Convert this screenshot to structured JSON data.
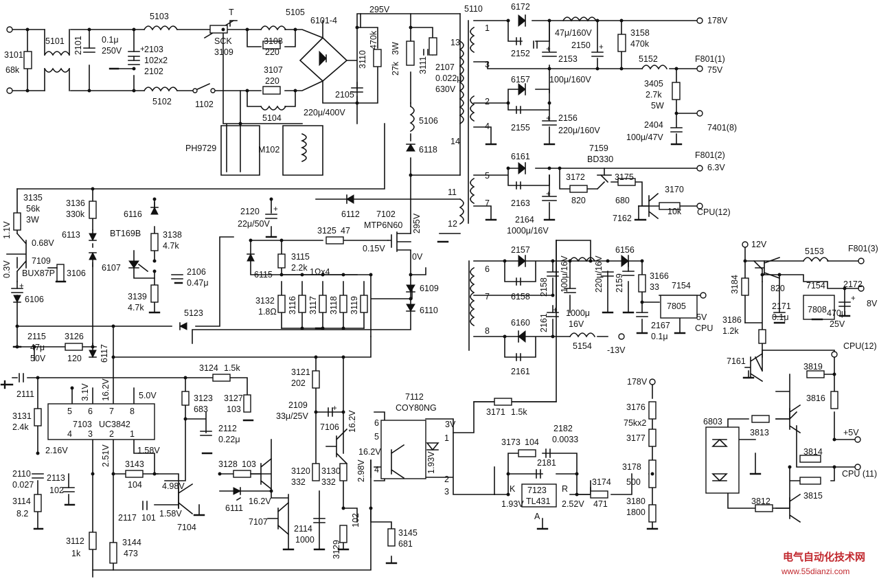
{
  "labels": {
    "l_5103": "5103",
    "l_T": "T",
    "l_5105": "5105",
    "l_6101": "6101-4",
    "l_295top": "295V",
    "l_5110": "5110",
    "l_6172": "6172",
    "l_178": "178V",
    "l_3101": "3101",
    "l_68k": "68k",
    "l_5101": "5101",
    "l_2101": "2101",
    "l_01u": "0.1μ",
    "l_250": "250V",
    "l_2103": "2103",
    "l_102x2": "102x2",
    "l_2102": "2102",
    "l_sck": "SCK",
    "l_3109": "3109",
    "l_3108": "3108",
    "l_220a": "220",
    "l_3107": "3107",
    "l_220b": "220",
    "l_3110": "3110",
    "l_470k": "470k",
    "l_27k": "27k",
    "l_3w": "3W",
    "l_3111": "3111",
    "l_2107": "2107",
    "l_0022": "0.022μ",
    "l_630": "630V",
    "l_13": "13",
    "l_14": "14",
    "l_1": "1",
    "l_3": "3",
    "l_2": "2",
    "l_4": "4",
    "l_2152": "2152",
    "l_2153": "2153",
    "l_47u160": "47μ/160V",
    "l_2150": "2150",
    "l_3158": "3158",
    "l_470kb": "470k",
    "l_f8011": "F801(1)",
    "l_75v": "75V",
    "l_5152": "5152",
    "l_100u160": "100μ/160V",
    "l_6157": "6157",
    "l_3405": "3405",
    "l_27kb": "2.7k",
    "l_5w": "5W",
    "l_2155": "2155",
    "l_2156": "2156",
    "l_220u160": "220μ/160V",
    "l_2404": "2404",
    "l_7401": "7401(8)",
    "l_100u47": "100μ/47V",
    "l_5102": "5102",
    "l_1102": "1102",
    "l_5104": "5104",
    "l_2105": "2105",
    "l_220u400": "220μ/400V",
    "l_5106": "5106",
    "l_6118": "6118",
    "l_ph9729": "PH9729",
    "l_m102": "M102",
    "l_7159": "7159",
    "l_bd330": "BD330",
    "l_f8012": "F801(2)",
    "l_63v": "6.3V",
    "l_6161": "6161",
    "l_5": "5",
    "l_7": "7",
    "l_2163": "2163",
    "l_3172": "3172",
    "l_820": "820",
    "l_3175": "3175",
    "l_680": "680",
    "l_3170": "3170",
    "l_10k": "10k",
    "l_cpu12": "CPU(12)",
    "l_2164": "2164",
    "l_1000u16": "1000μ/16V",
    "l_7162": "7162",
    "l_3135": "3135",
    "l_56k": "56k",
    "l_3w2": "3W",
    "l_3136": "3136",
    "l_330k": "330k",
    "l_6116": "6116",
    "l_2120": "2120",
    "l_22u50": "22μ/50V",
    "l_6112": "6112",
    "l_7102": "7102",
    "l_mtp": "MTP6N60",
    "l_11": "11",
    "l_12": "12",
    "l_11v": "1.1V",
    "l_6113": "6113",
    "l_bt169": "BT169B",
    "l_3138": "3138",
    "l_47k": "4.7k",
    "l_3125": "3125",
    "l_47": "47",
    "l_295b": "295V",
    "l_068": "0.68V",
    "l_03": "0.3V",
    "l_7109": "7109",
    "l_bux": "BUX87P",
    "l_3106": "3106",
    "l_6107": "6107",
    "l_2106": "2106",
    "l_047": "0.47μ",
    "l_3115": "3115",
    "l_22k": "2.2k",
    "l_10x4": "1Ωx4",
    "l_015": "0.15V",
    "l_0v": "0V",
    "l_6115": "6115",
    "l_6106": "6106",
    "l_3139": "3139",
    "l_47kb": "4.7k",
    "l_5123": "5123",
    "l_3132": "3132",
    "l_18": "1.8Ω",
    "l_3116": "3116",
    "l_3117": "3117",
    "l_3118": "3118",
    "l_3119": "3119",
    "l_6109": "6109",
    "l_6110": "6110",
    "l_2115": "2115",
    "l_47u": "47μ",
    "l_50v": "50V",
    "l_3126": "3126",
    "l_120": "120",
    "l_6117": "6117",
    "l_6": "6",
    "l_2157": "2157",
    "l_6156": "6156",
    "l_3166": "3166",
    "l_33": "33",
    "l_7154": "7154",
    "l_7805": "7805",
    "l_6158": "6158",
    "l_2158": "2158",
    "l_100u16": "100μ/16V",
    "l_220u16": "220μ/16V",
    "l_2159": "2159",
    "l_5v": "5V",
    "l_cpu": "CPU",
    "l_8": "8",
    "l_6160": "6160",
    "l_2161": "2161",
    "l_1000": "1000μ",
    "l_16v": "16V",
    "l_2167": "2167",
    "l_01ub": "0.1μ",
    "l_5154": "5154",
    "l_m13": "-13V",
    "l_2161b": "2161",
    "l_12v": "12V",
    "l_5153": "5153",
    "l_f8013": "F801(3)",
    "l_3184": "3184",
    "l_820b": "820",
    "l_7154b": "7154",
    "l_7808": "7808",
    "l_2172": "2172",
    "l_2171": "2171",
    "l_01uc": "0.1μ",
    "l_470u25": "470μ",
    "l_25v": "25V",
    "l_8v": "8V",
    "l_3186": "3186",
    "l_12k": "1.2k",
    "l_cpu12b": "CPU(12)",
    "l_7161": "7161",
    "l_3819": "3819",
    "l_3816": "3816",
    "l_6803": "6803",
    "l_3813": "3813",
    "l_5vb": "+5V",
    "l_3814": "3814",
    "l_3815": "3815",
    "l_cpu11": "CPU (11)",
    "l_3812": "3812",
    "l_2111": "2111",
    "l_31v": "3.1V",
    "l_162": "16.2V",
    "l_50": "5.0V",
    "l_3124": "3124",
    "l_15k": "1.5k",
    "l_3121": "3121",
    "l_202": "202",
    "l_3131": "3131",
    "l_24k": "2.4k",
    "l_p5": "5",
    "l_p6": "6",
    "l_p7": "7",
    "l_p8": "8",
    "l_3123": "3123",
    "l_683": "683",
    "l_3127": "3127",
    "l_103": "103",
    "l_2109": "2109",
    "l_33u25": "33μ/25V",
    "l_7103": "7103",
    "l_uc3842": "UC3842",
    "l_p4": "4",
    "l_p3": "3",
    "l_p2": "2",
    "l_p1": "1",
    "l_2112": "2112",
    "l_022": "0.22μ",
    "l_7106": "7106",
    "l_162b": "16.2V",
    "l_7112": "7112",
    "l_coy": "COY80NG",
    "l_216": "2.16V",
    "l_251": "2.51V",
    "l_158": "1.58V",
    "l_3v": "3V",
    "l_o6": "6",
    "l_o5": "5",
    "l_o1": "1",
    "l_3171": "3171",
    "l_15kb": "1.5k",
    "l_178b": "178V",
    "l_2110": "2110",
    "l_0027": "0.027",
    "l_2113": "2113",
    "l_102": "102",
    "l_3143": "3143",
    "l_104": "104",
    "l_3128": "3128",
    "l_103b": "103",
    "l_162c": "16.2V",
    "l_3120": "3120",
    "l_332": "332",
    "l_3130": "3130",
    "l_332b": "332",
    "l_298": "2.98V",
    "l_o4": "4",
    "l_193": "1.93V",
    "l_o2": "2",
    "l_o3": "3",
    "l_3173": "3173",
    "l_104b": "104",
    "l_2182": "2182",
    "l_0033": "0.0033",
    "l_2181": "2181",
    "l_3176": "3176",
    "l_75kx2": "75kx2",
    "l_3177": "3177",
    "l_3114": "3114",
    "l_82": "8.2",
    "l_498": "4.98V",
    "l_6111": "6111",
    "l_162d": "16.2V",
    "l_3174": "3174",
    "l_471": "471",
    "l_3178": "3178",
    "l_500": "500",
    "l_2117": "2117",
    "l_101": "101",
    "l_158b": "1.58V",
    "l_7104": "7104",
    "l_7107": "7107",
    "l_2114": "2114",
    "l_1000b": "1000",
    "l_3129": "3129",
    "l_102b": "102",
    "l_3145": "3145",
    "l_681": "681",
    "l_K": "K",
    "l_7123": "7123",
    "l_tl431": "TL431",
    "l_R": "R",
    "l_193b": "1.93V",
    "l_252": "2.52V",
    "l_A": "A",
    "l_3180": "3180",
    "l_1800": "1800",
    "l_3112": "3112",
    "l_1k": "1k",
    "l_3144": "3144",
    "l_473": "473",
    "watermark": "电气自动化技术网",
    "watermark_url": "www.55dianzi.com"
  }
}
